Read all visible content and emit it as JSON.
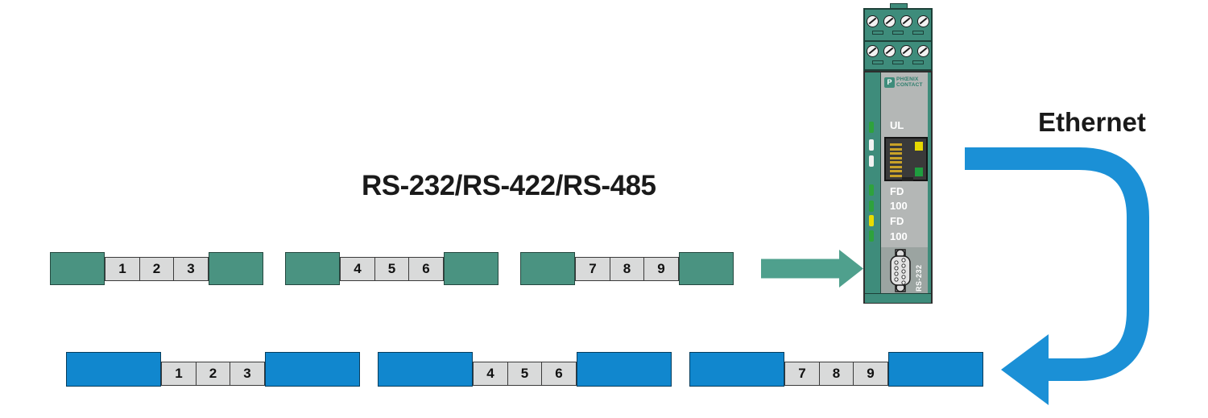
{
  "titles": {
    "serial": "RS-232/RS-422/RS-485",
    "ethernet": "Ethernet"
  },
  "device": {
    "brand_initial": "P",
    "brand_line1": "PHŒNIX",
    "brand_line2": "CONTACT",
    "ul_label": "UL",
    "port_led_labels": [
      "FD",
      "100",
      "FD",
      "100"
    ],
    "status_leds": [
      "green",
      "white",
      "white",
      "green",
      "green",
      "yellow",
      "green"
    ],
    "serial_port_label": "RS-232"
  },
  "packets": {
    "serial": {
      "groups": [
        [
          "1",
          "2",
          "3"
        ],
        [
          "4",
          "5",
          "6"
        ],
        [
          "7",
          "8",
          "9"
        ]
      ]
    },
    "ethernet": {
      "groups": [
        [
          "1",
          "2",
          "3"
        ],
        [
          "4",
          "5",
          "6"
        ],
        [
          "7",
          "8",
          "9"
        ]
      ]
    }
  },
  "colors": {
    "serial_green": "#4A9381",
    "device_green": "#3E8C7B",
    "arrow_green": "#4FA08D",
    "ethernet_blue": "#1187CE",
    "arrow_blue": "#1B90D6",
    "cell_gray": "#D9DADA"
  }
}
